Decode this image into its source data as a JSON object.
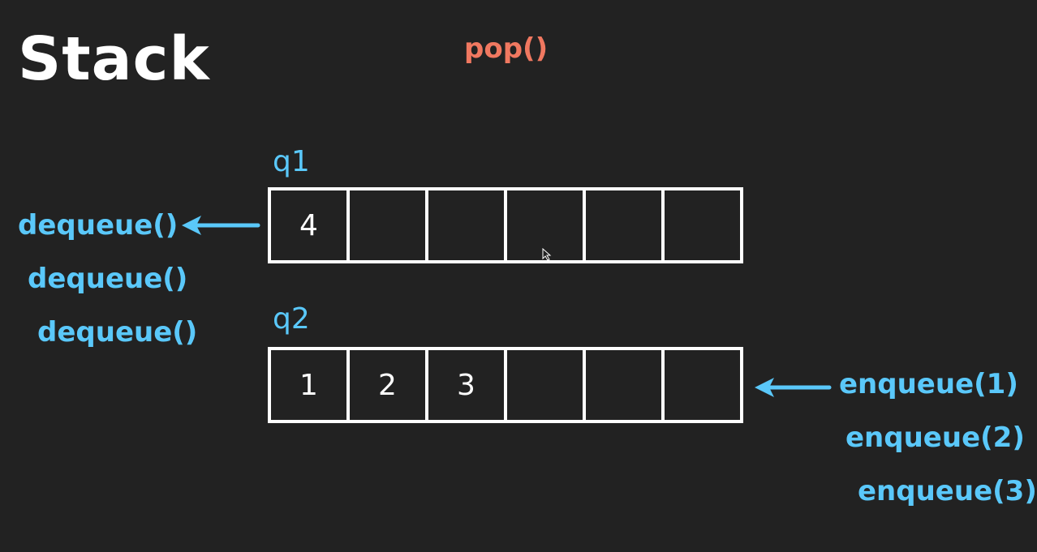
{
  "title": "Stack",
  "operation": "pop()",
  "queues": [
    {
      "label": "q1",
      "cells": [
        "4",
        "",
        "",
        "",
        "",
        ""
      ]
    },
    {
      "label": "q2",
      "cells": [
        "1",
        "2",
        "3",
        "",
        "",
        ""
      ]
    }
  ],
  "dequeue_calls": [
    "dequeue()",
    "dequeue()",
    "dequeue()"
  ],
  "enqueue_calls": [
    "enqueue(1)",
    "enqueue(2)",
    "enqueue(3)"
  ],
  "colors": {
    "background": "#222222",
    "title": "#ffffff",
    "operation": "#f07860",
    "accent": "#5ac8fa",
    "box": "#ffffff"
  }
}
